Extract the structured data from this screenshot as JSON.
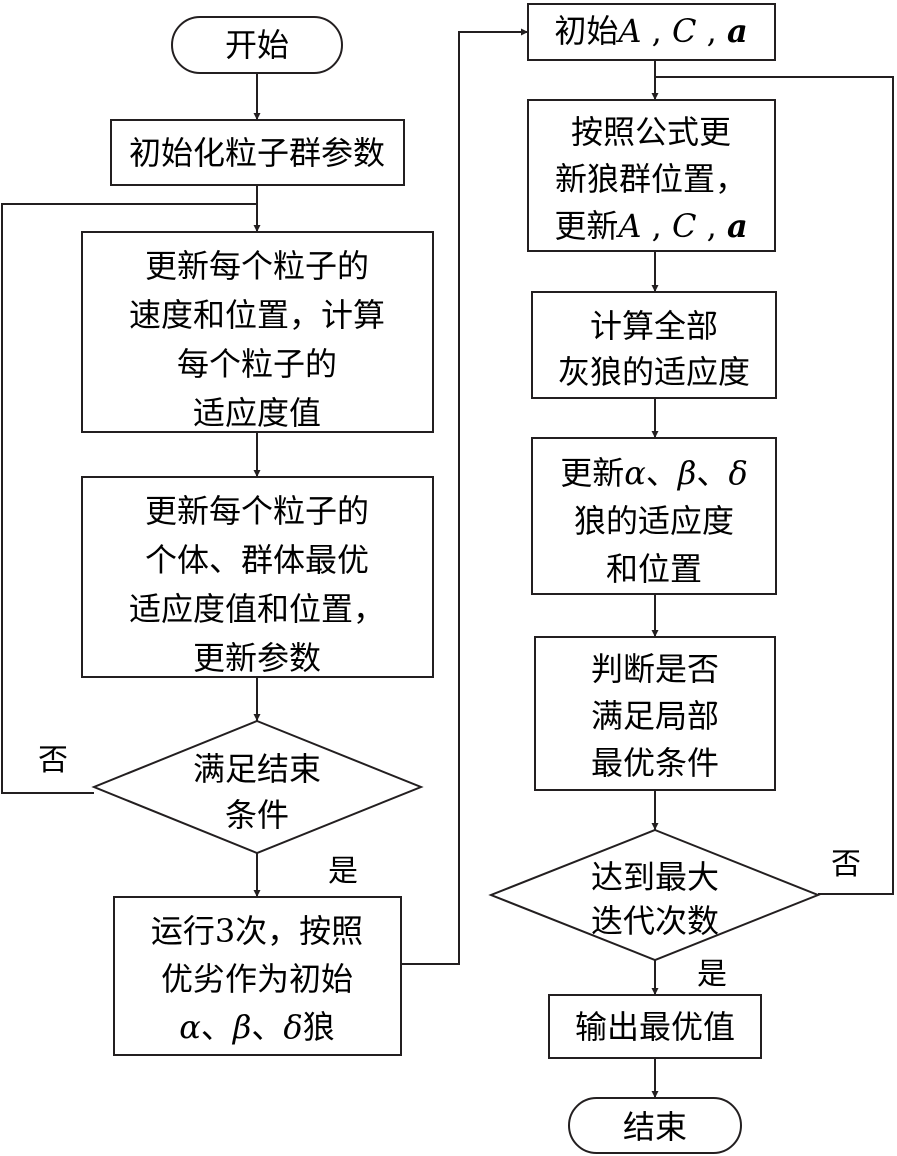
{
  "diagram": {
    "nodes": {
      "start": {
        "lines": [
          [
            "开始"
          ]
        ]
      },
      "init_pso": {
        "lines": [
          [
            "初始化粒子群参数"
          ]
        ]
      },
      "update_velocity": {
        "lines": [
          [
            "更新每个粒子的"
          ],
          [
            "速度和位置，计算"
          ],
          [
            "每个粒子的"
          ],
          [
            "适应度值"
          ]
        ]
      },
      "update_best": {
        "lines": [
          [
            "更新每个粒子的"
          ],
          [
            "个体、群体最优"
          ],
          [
            "适应度值和位置，"
          ],
          [
            "更新参数"
          ]
        ]
      },
      "end_condition": {
        "lines": [
          [
            "满足结束"
          ],
          [
            "条件"
          ]
        ]
      },
      "run_three": {
        "lines": [
          [
            "运行3次，按照"
          ],
          [
            "优劣作为初始"
          ],
          [
            {
              "i": "α"
            },
            "、",
            {
              "i": "β"
            },
            "、",
            {
              "i": "δ"
            },
            "狼"
          ]
        ]
      },
      "init_aca": {
        "lines": [
          [
            "初始",
            {
              "i": "A"
            },
            " , ",
            {
              "i": "C"
            },
            " , ",
            {
              "b": "a"
            }
          ]
        ]
      },
      "update_wolves": {
        "lines": [
          [
            "按照公式更"
          ],
          [
            "新狼群位置，"
          ],
          [
            "更新",
            {
              "i": "A"
            },
            " , ",
            {
              "i": "C"
            },
            " , ",
            {
              "b": "a"
            }
          ]
        ]
      },
      "calc_fitness": {
        "lines": [
          [
            "计算全部"
          ],
          [
            "灰狼的适应度"
          ]
        ]
      },
      "update_abd": {
        "lines": [
          [
            "更新",
            {
              "i": "α"
            },
            "、",
            {
              "i": "β"
            },
            "、",
            {
              "i": "δ"
            }
          ],
          [
            "狼的适应度"
          ],
          [
            "和位置"
          ]
        ]
      },
      "local_opt": {
        "lines": [
          [
            "判断是否"
          ],
          [
            "满足局部"
          ],
          [
            "最优条件"
          ]
        ]
      },
      "max_iter": {
        "lines": [
          [
            "达到最大"
          ],
          [
            "迭代次数"
          ]
        ]
      },
      "output": {
        "lines": [
          [
            "输出最优值"
          ]
        ]
      },
      "end": {
        "lines": [
          [
            "结束"
          ]
        ]
      }
    },
    "edge_labels": {
      "end_condition_no": "否",
      "end_condition_yes": "是",
      "max_iter_no": "否",
      "max_iter_yes": "是"
    }
  }
}
